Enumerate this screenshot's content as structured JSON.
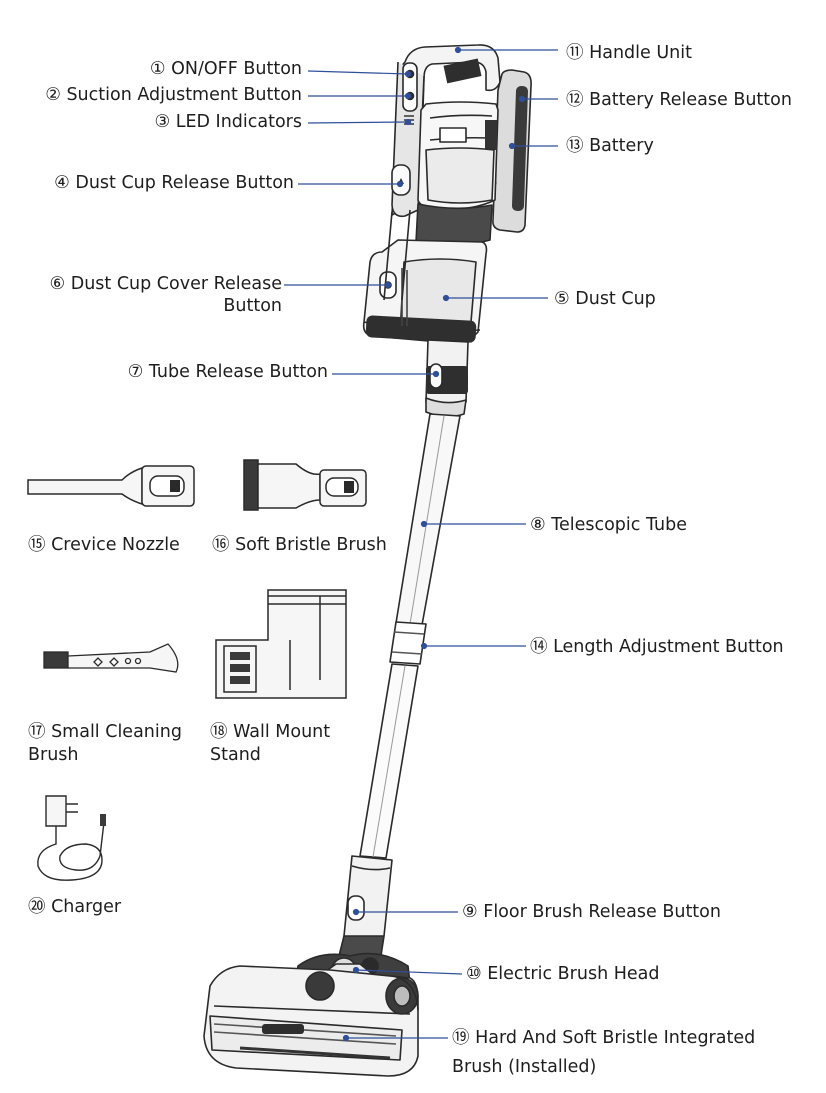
{
  "callouts": {
    "c1": "① ON/OFF Button",
    "c2": "② Suction Adjustment Button",
    "c3": "③ LED Indicators",
    "c4": "④ Dust Cup Release Button",
    "c5": "⑤ Dust Cup",
    "c6_line1": "⑥ Dust Cup Cover Release",
    "c6_line2": "Button",
    "c7": "⑦ Tube Release Button",
    "c8": "⑧ Telescopic Tube",
    "c9": "⑨ Floor Brush Release Button",
    "c10": "⑩ Electric Brush Head",
    "c11": "⑪ Handle Unit",
    "c12": "⑫ Battery Release Button",
    "c13": "⑬ Battery",
    "c14": "⑭ Length Adjustment Button",
    "c19_line1": "⑲ Hard And Soft Bristle Integrated",
    "c19_line2": "Brush  (Installed)"
  },
  "accessories": {
    "a15": "⑮ Crevice Nozzle",
    "a16": "⑯ Soft Bristle Brush",
    "a17_line1": "⑰ Small Cleaning",
    "a17_line2": "Brush",
    "a18_line1": "⑱ Wall Mount",
    "a18_line2": "Stand",
    "a20": "⑳ Charger"
  },
  "colors": {
    "leader_line": "#2f4f9a",
    "outline": "#2a2a2a",
    "dark_fill": "#3a3a3a",
    "light_fill": "#f2f2f2"
  }
}
